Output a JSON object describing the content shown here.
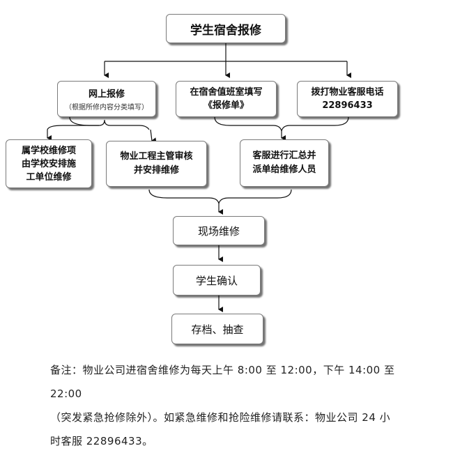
{
  "flow": {
    "start": "学生宿舍报修",
    "online": {
      "title": "网上报修",
      "sub": "（根据所修内容分类填写）"
    },
    "duty": {
      "line1": "在宿舍值班室填写",
      "line2": "《报修单》"
    },
    "phone": {
      "line1": "拨打物业客服电话",
      "line2": "22896433"
    },
    "school": {
      "line1": "属学校维修项",
      "line2": "由学校安排施",
      "line3": "工单位维修"
    },
    "property": {
      "line1": "物业工程主管审核",
      "line2": "并安排维修"
    },
    "service": {
      "line1": "客服进行汇总并",
      "line2": "派单给维修人员"
    },
    "onsite": "现场维修",
    "confirm": "学生确认",
    "archive": "存档、抽查"
  },
  "note": {
    "line1": "备注：物业公司进宿舍维修为每天上午 8:00 至 12:00，下午 14:00 至 22:00",
    "line2": "（突发紧急抢修除外）。如紧急维修和抢险维修请联系：物业公司 24 小",
    "line3": "时客服 22896433。"
  }
}
